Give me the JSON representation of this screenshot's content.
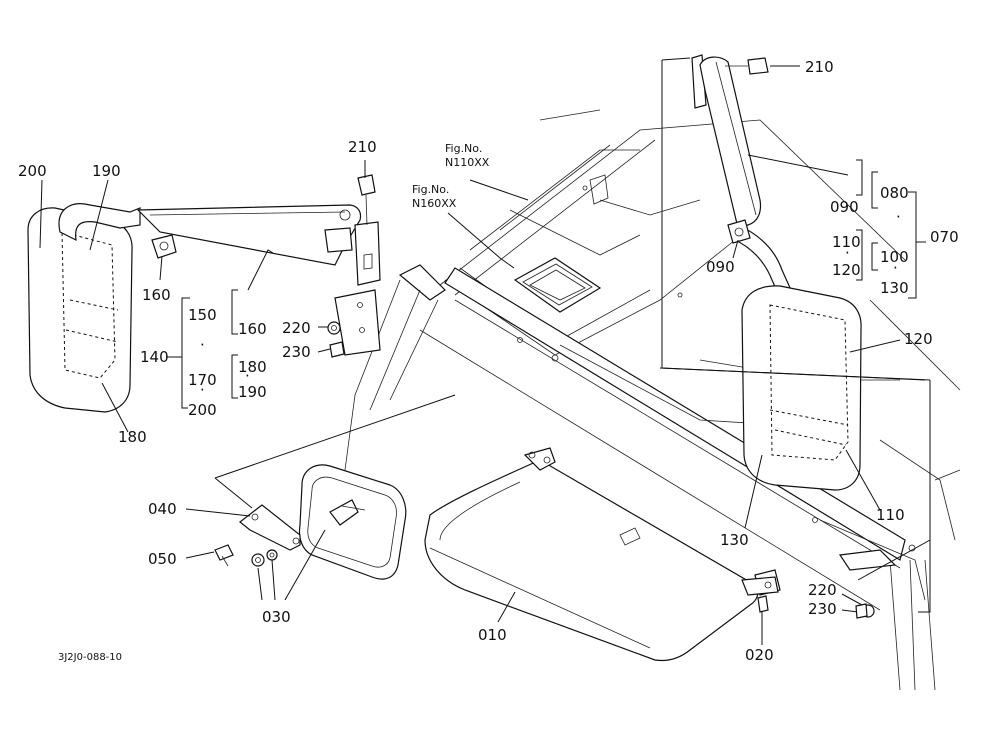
{
  "figure_code": "3J2J0-088-10",
  "refs": {
    "ref1": {
      "line1": "Fig.No.",
      "line2": "N110XX"
    },
    "ref2": {
      "line1": "Fig.No.",
      "line2": "N160XX"
    }
  },
  "parts": {
    "p010": "010",
    "p020": "020",
    "p030": "030",
    "p040": "040",
    "p050": "050",
    "p070": "070",
    "p080": "080",
    "p090": "090",
    "p100": "100",
    "p110": "110",
    "p120": "120",
    "p130": "130",
    "p140": "140",
    "p150": "150",
    "p160": "160",
    "p170": "170",
    "p180": "180",
    "p190": "190",
    "p200": "200",
    "p210": "210",
    "p220": "220",
    "p230": "230"
  }
}
